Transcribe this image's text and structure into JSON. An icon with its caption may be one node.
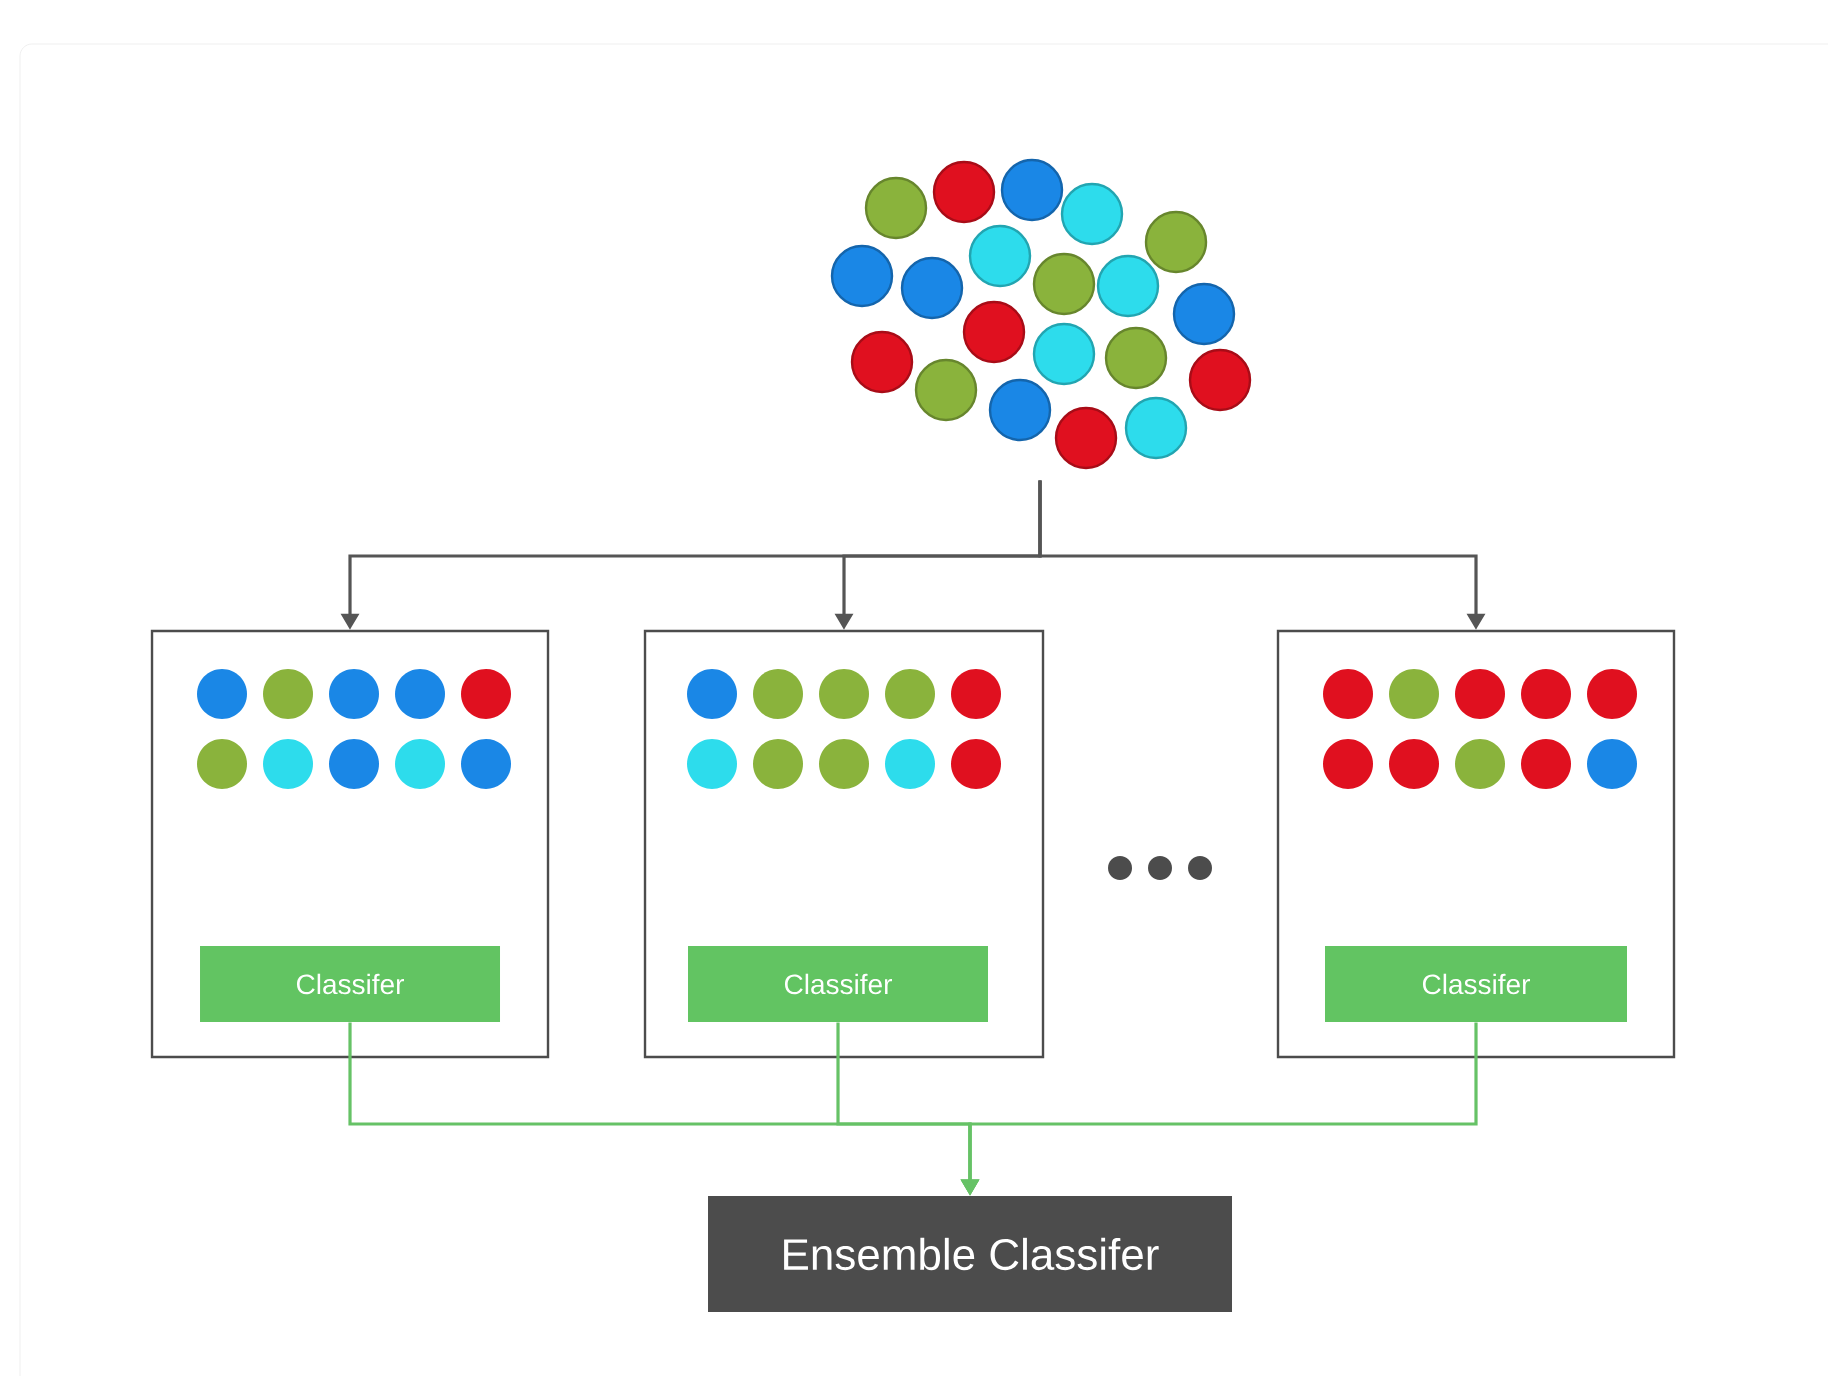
{
  "diagram": {
    "nodes": [
      {
        "text": [],
        "shape": "picture"
      },
      {
        "text": [],
        "shape": "box"
      },
      {
        "text": [],
        "shape": "box"
      },
      {
        "text": [],
        "shape": "box"
      },
      {
        "text": [
          "Classifer"
        ],
        "in": 1
      },
      {
        "text": [
          "Classifer"
        ],
        "in": 2
      },
      {
        "text": [
          "Classifer"
        ],
        "in": 3
      },
      {
        "text": [
          "Ensemble Classifer"
        ]
      }
    ],
    "edges": [
      {
        "from": 0,
        "to": 1,
        "arrow": "to",
        "color": "#555555"
      },
      {
        "from": 0,
        "to": 2,
        "arrow": "to",
        "color": "#555555"
      },
      {
        "from": 0,
        "to": 3,
        "arrow": "to",
        "color": "#555555"
      },
      {
        "from": 4,
        "to": 7,
        "arrow": "to",
        "color": "#66c266"
      },
      {
        "from": 5,
        "to": 7,
        "arrow": "to",
        "color": "#66c266"
      },
      {
        "from": 6,
        "to": 7,
        "arrow": "to",
        "color": "#66c266"
      }
    ]
  }
}
